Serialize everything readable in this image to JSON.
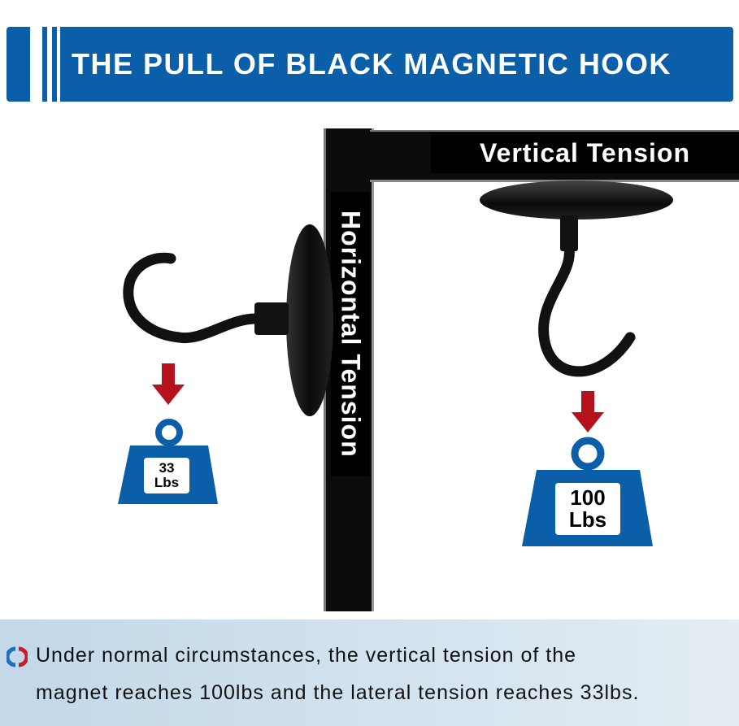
{
  "header": {
    "title": "THE PULL OF BLACK MAGNETIC HOOK"
  },
  "labels": {
    "vertical": "Vertical Tension",
    "horizontal": "Horizontal Tension"
  },
  "weights": {
    "left": {
      "value": "33",
      "unit": "Lbs"
    },
    "right": {
      "value": "100",
      "unit": "Lbs"
    }
  },
  "footer": {
    "line1": "Under normal circumstances, the vertical tension of the",
    "line2": "magnet reaches 100lbs and the lateral tension reaches 33lbs."
  },
  "colors": {
    "brand_blue": "#0b5ea8",
    "arrow_red": "#b5121b"
  }
}
